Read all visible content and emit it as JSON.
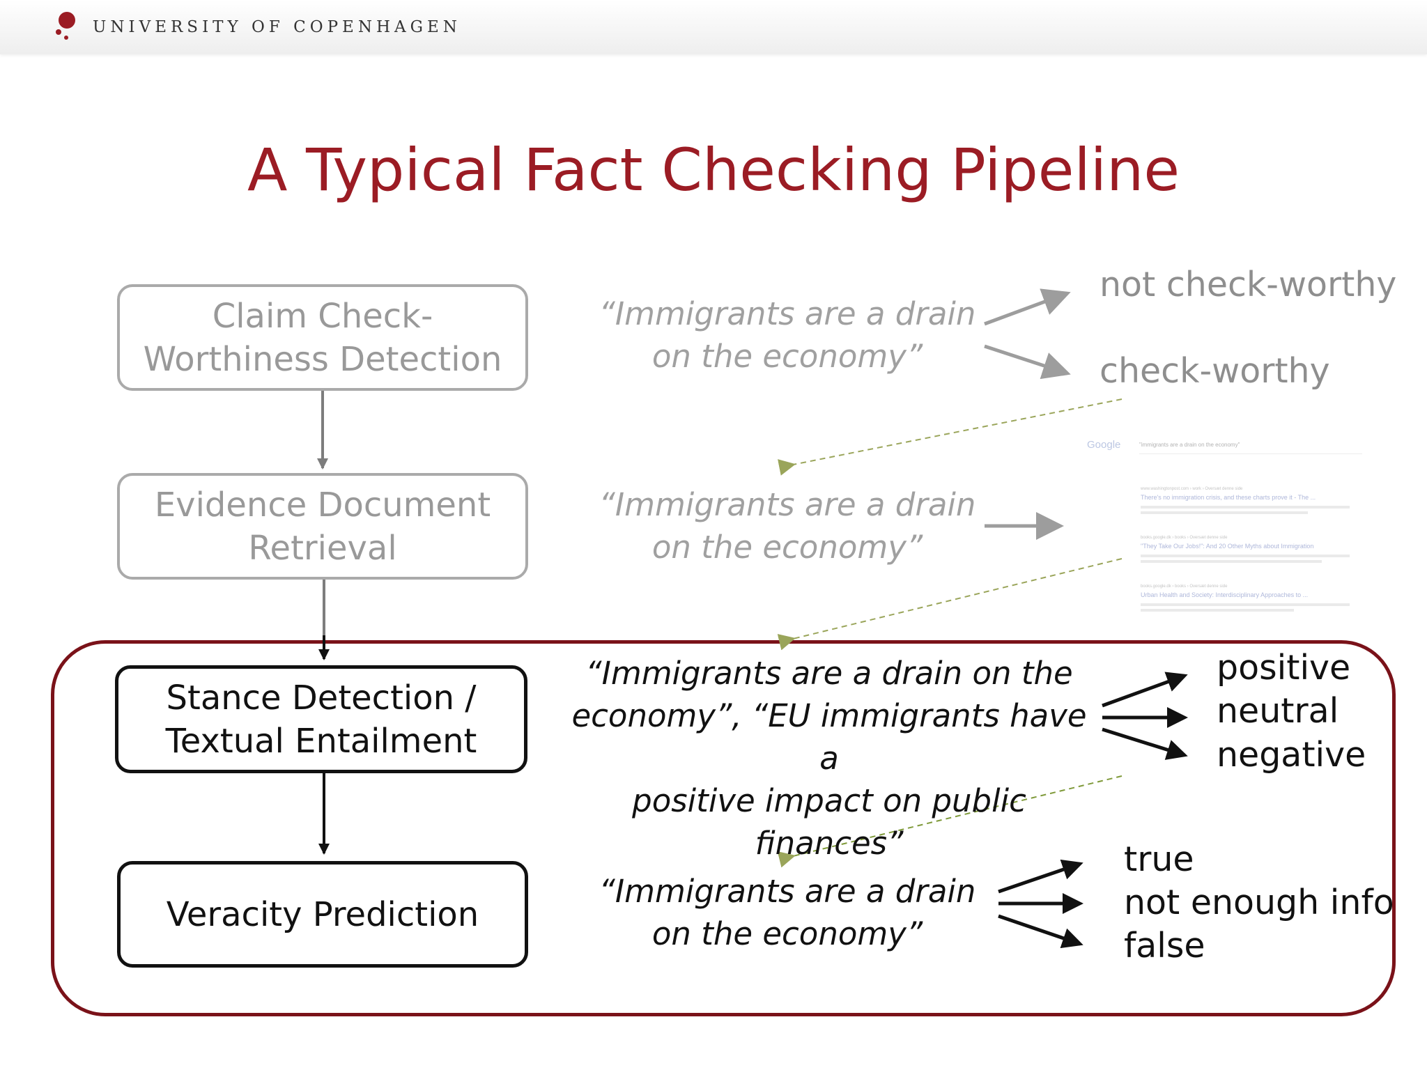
{
  "header": {
    "institution": "UNIVERSITY OF COPENHAGEN",
    "logo_color": "#9b1c24"
  },
  "title": "A Typical Fact Checking Pipeline",
  "colors": {
    "title": "#9b1c24",
    "focus_frame": "#7a1219",
    "faded": "#a0a0a0",
    "active": "#111111",
    "dashed_arrow": "#9aa55a"
  },
  "pipeline": {
    "steps": [
      {
        "line1": "Claim Check-",
        "line2": "Worthiness Detection",
        "state": "faded"
      },
      {
        "line1": "Evidence Document",
        "line2": "Retrieval",
        "state": "faded"
      },
      {
        "line1": "Stance Detection /",
        "line2": "Textual Entailment",
        "state": "active"
      },
      {
        "line1": "Veracity Prediction",
        "line2": "",
        "state": "active"
      }
    ]
  },
  "examples": {
    "claim1": {
      "line1": "“Immigrants are a drain",
      "line2": "on the economy”"
    },
    "claim2": {
      "line1": "“Immigrants are a drain",
      "line2": "on the economy”"
    },
    "claim3": {
      "line1": "“Immigrants are a drain on the",
      "line2": "economy”, “EU immigrants have a",
      "line3": "positive impact on public finances”"
    },
    "claim4": {
      "line1": "“Immigrants are a drain",
      "line2": "on the economy”"
    }
  },
  "outputs": {
    "checkworthiness": [
      "not check-worthy",
      "check-worthy"
    ],
    "stance": [
      "positive",
      "neutral",
      "negative"
    ],
    "veracity": [
      "true",
      "not enough info",
      "false"
    ]
  },
  "search_results": {
    "engine": "Google",
    "query": "\"immigrants are a drain on the economy\"",
    "results": [
      {
        "url": "www.washingtonpost.com › work › Oversæt denne side",
        "title": "There's no immigration crisis, and these charts prove it - The ..."
      },
      {
        "url": "books.google.dk › books › Oversæt denne side",
        "title": "\"They Take Our Jobs!\": And 20 Other Myths about Immigration"
      },
      {
        "url": "books.google.dk › books › Oversæt denne side",
        "title": "Urban Health and Society: Interdisciplinary Approaches to ..."
      }
    ]
  }
}
